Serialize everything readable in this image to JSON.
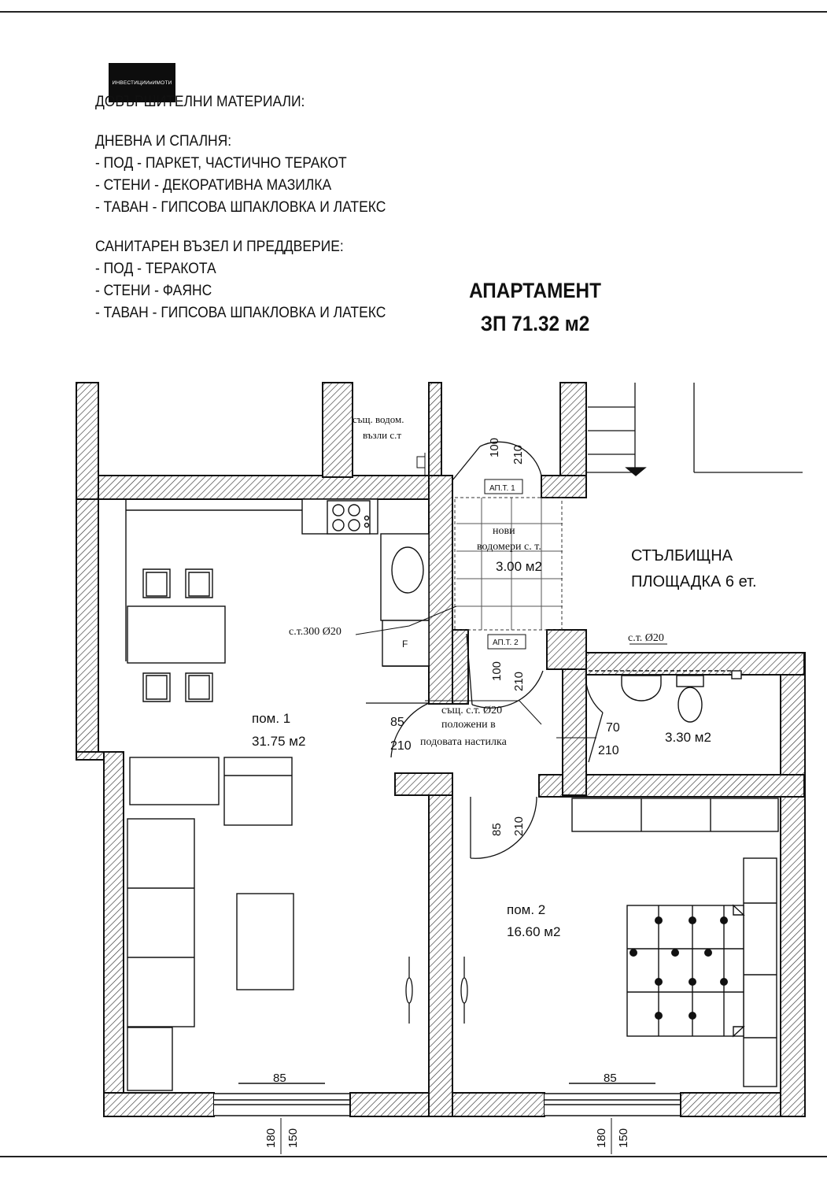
{
  "logo": {
    "text": "ИНВЕСТИЦИИиИМОТИ"
  },
  "notes": {
    "heading": "ДОВЪРШИТЕЛНИ МАТЕРИАЛИ:",
    "living_title": "ДНЕВНА И СПАЛНЯ:",
    "living_floor": "- ПОД - ПАРКЕТ, ЧАСТИЧНО ТЕРАКОТ",
    "living_walls": "- СТЕНИ - ДЕКОРАТИВНА МАЗИЛКА",
    "living_ceiling": "- ТАВАН - ГИПСОВА ШПАКЛОВКА И ЛАТЕКС",
    "sanitary_title": "САНИТАРЕН ВЪЗЕЛ И ПРЕДДВЕРИЕ:",
    "sanitary_floor": "- ПОД - ТЕРАКОТА",
    "sanitary_walls": "- СТЕНИ - ФАЯНС",
    "sanitary_ceiling": "- ТАВАН - ГИПСОВА ШПАКЛОВКА И ЛАТЕКС"
  },
  "apartment": {
    "title": "АПАРТАМЕНТ",
    "area": "ЗП 71.32 м2"
  },
  "rooms": {
    "room1_name": "пом. 1",
    "room1_area": "31.75 м2",
    "room2_name": "пом. 2",
    "room2_area": "16.60 м2",
    "hall_area": "3.00 м2",
    "bath_area": "3.30 м2",
    "stair_line1": "СТЪЛБИЩНА",
    "stair_line2": "ПЛОЩАДКА 6 ет."
  },
  "annotations": {
    "shaft_line1": "същ. водом.",
    "shaft_line2": "възли с.т",
    "meters_line1": "нови",
    "meters_line2": "водомери с. т.",
    "apt1": "АП.Т. 1",
    "apt2": "АП.Т. 2",
    "pipe_300": "с.т.300  Ø20",
    "pipe_bath": "с.т. Ø20",
    "existing_line1": "същ. с.т. Ø20",
    "existing_line2": "положени в",
    "existing_line3": "подовата настилка",
    "fridge": "F"
  },
  "dimensions": {
    "door_top_w": "100",
    "door_top_h": "210",
    "door_mid_w": "100",
    "door_mid_h": "210",
    "door_hall_w": "85",
    "door_hall_h": "210",
    "door_bath_w": "70",
    "door_bath_h": "210",
    "door_room2_w": "85",
    "door_room2_h": "210",
    "win1_w": "85",
    "win1_h1": "180",
    "win1_h2": "150",
    "win2_w": "85",
    "win2_h1": "180",
    "win2_h2": "150"
  }
}
